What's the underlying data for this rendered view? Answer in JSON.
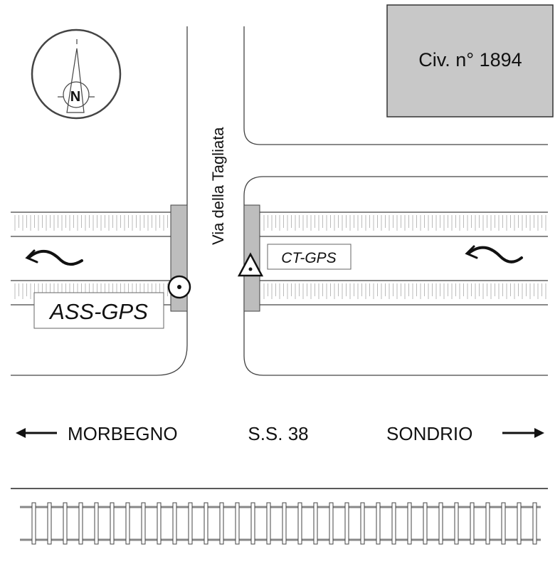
{
  "building": {
    "label": "Civ. n° 1894",
    "fill": "#c8c8c8"
  },
  "street": {
    "name": "Via della Tagliata"
  },
  "sensors": {
    "ass": {
      "label": "ASS-GPS",
      "icon": "circle-dot-icon"
    },
    "ct": {
      "label": "CT-GPS",
      "icon": "triangle-dot-icon"
    }
  },
  "compass": {
    "letter": "N",
    "icon": "north-arrow-icon"
  },
  "directions": {
    "west": {
      "label": "MORBEGNO",
      "icon": "arrow-left-icon"
    },
    "road": {
      "label": "S.S. 38"
    },
    "east": {
      "label": "SONDRIO",
      "icon": "arrow-right-icon"
    }
  },
  "colors": {
    "line": "#333333",
    "gray": "#bdbdbd",
    "tick": "#aaaaaa"
  }
}
